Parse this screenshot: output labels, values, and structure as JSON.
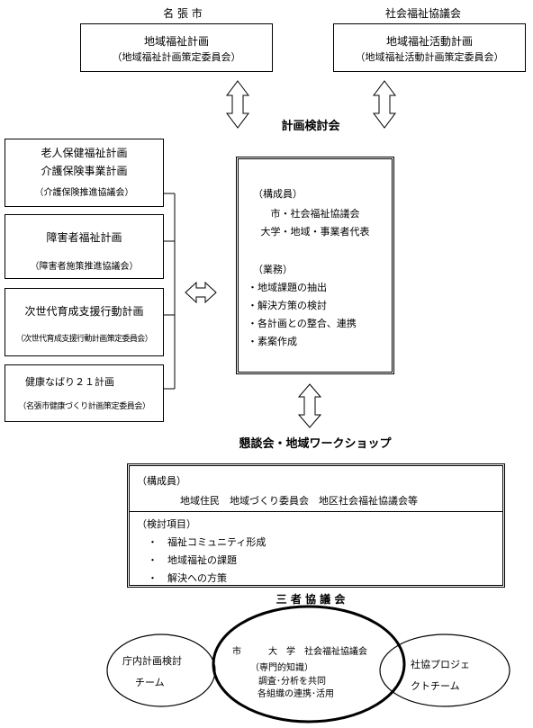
{
  "city": {
    "header": "名 張 市",
    "plan": "地域福祉計画",
    "committee": "（地域福祉計画策定委員会）"
  },
  "council": {
    "header": "社会福祉協議会",
    "plan": "地域福祉活動計画",
    "committee": "（地域福祉活動計画策定委員会）"
  },
  "review": {
    "title": "計画検討会",
    "members_heading": "（構成員）",
    "members": [
      "市・社会福祉協議会",
      "大学・地域・事業者代表"
    ],
    "duties_heading": "（業務）",
    "duties": [
      "・地域課題の抽出",
      "・解決方策の検討",
      "・各計画との整合、連携",
      "・素案作成"
    ]
  },
  "related_plans": [
    {
      "lines": [
        "老人保健福祉計画",
        "介護保険事業計画"
      ],
      "committee": "（介護保険推進協議会）"
    },
    {
      "lines": [
        "障害者福祉計画"
      ],
      "committee": "（障害者施策推進協議会）"
    },
    {
      "lines": [
        "次世代育成支援行動計画"
      ],
      "committee": "（次世代育成支援行動計画策定委員会）"
    },
    {
      "lines": [
        "健康なばり２１計画"
      ],
      "committee": "（名張市健康づくり計画策定委員会）"
    }
  ],
  "workshop": {
    "title": "懇談会・地域ワークショップ",
    "members_heading": "（構成員）",
    "members": "地域住民　地域づくり委員会　地区社会福祉協議会等",
    "items_heading": "（検討項目）",
    "items": [
      "・　福祉コミュニティ形成",
      "・　地域福祉の課題",
      "・　解決への方策"
    ]
  },
  "tripartite": {
    "title": "三 者 協 議 会",
    "left": [
      "庁内計画検討",
      "チーム"
    ],
    "center": [
      "市　　　大　学　社会福祉協議会",
      "（専門的知識）",
      "調査･分析を共同",
      "各組織の連携･活用"
    ],
    "right": [
      "社協プロジェ",
      "クトチーム"
    ]
  }
}
